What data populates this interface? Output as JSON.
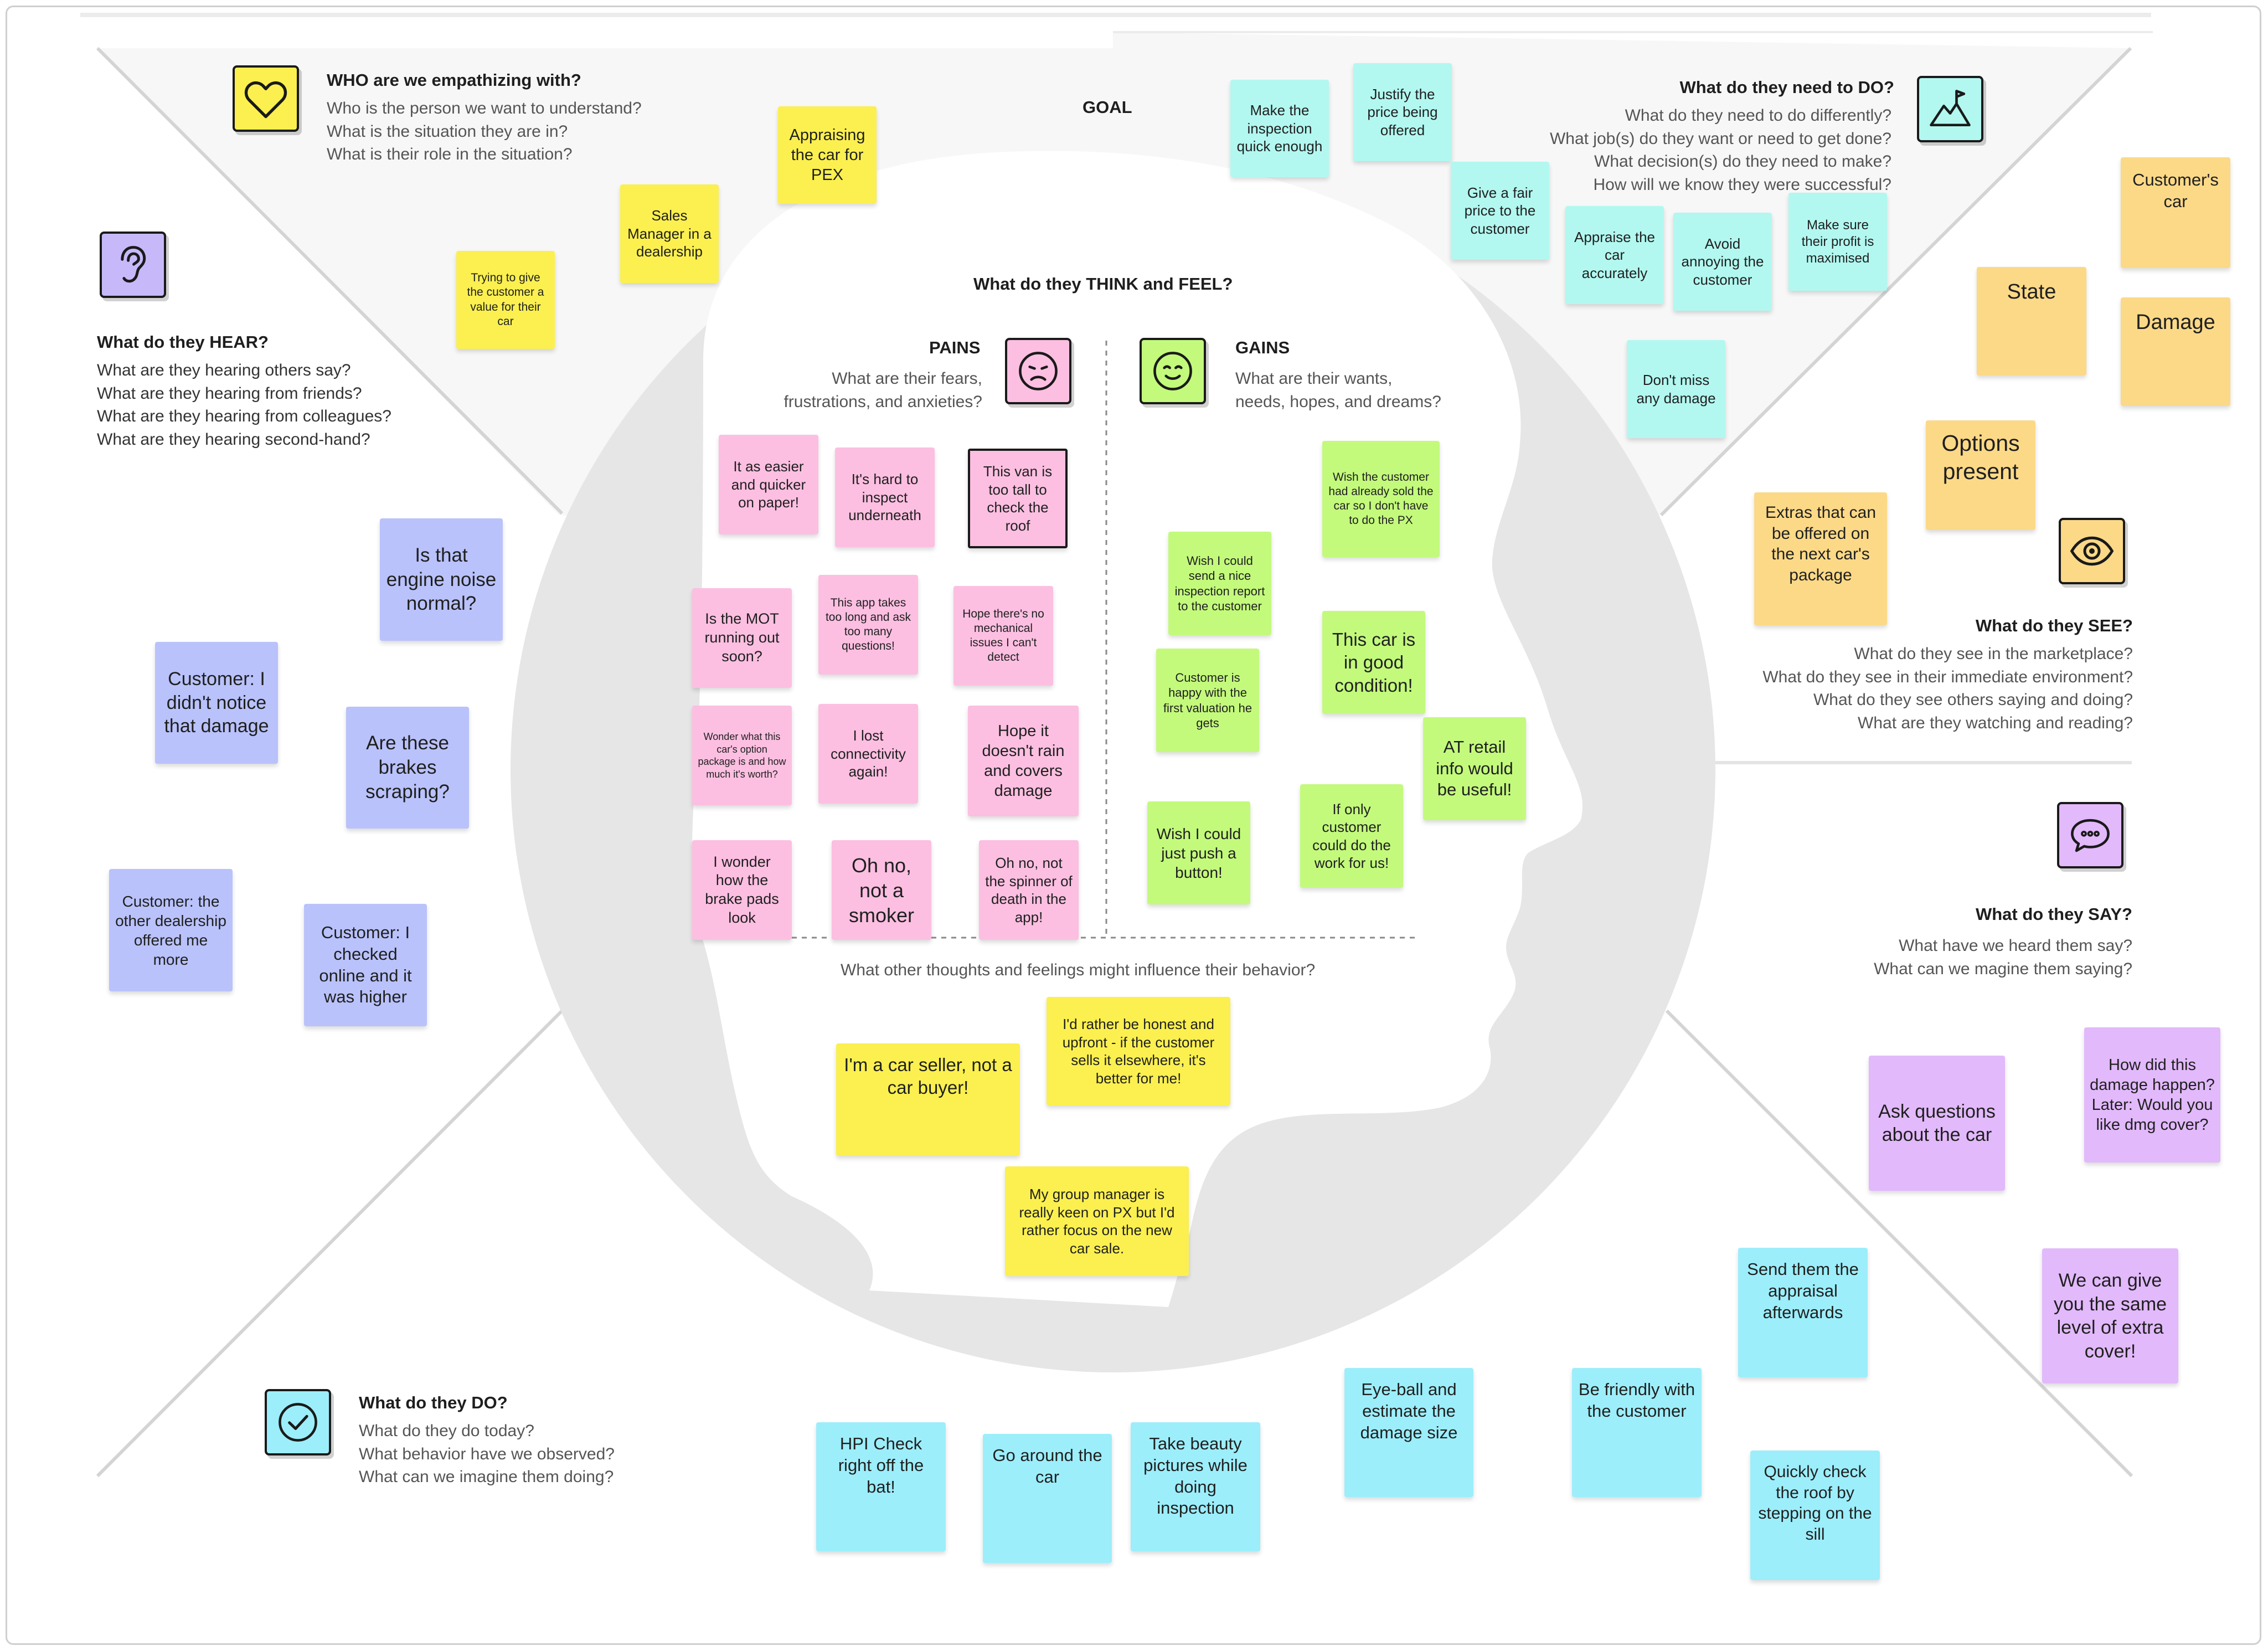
{
  "center": {
    "goal": "GOAL",
    "think_feel_title": "What do they THINK and FEEL?",
    "pains_title": "PAINS",
    "pains_q": [
      "What are their fears,",
      "frustrations, and anxieties?"
    ],
    "gains_title": "GAINS",
    "gains_q": [
      "What are their wants,",
      "needs, hopes, and dreams?"
    ],
    "other_q": "What other thoughts and feelings might influence their behavior?"
  },
  "sections": {
    "who": {
      "title": "WHO are we empathizing with?",
      "questions": [
        "Who is the person we want to understand?",
        "What is the situation they are in?",
        "What is their role in the situation?"
      ]
    },
    "need_do": {
      "title": "What do they need to DO?",
      "questions": [
        "What do they need to do differently?",
        "What job(s) do they want or need to get done?",
        "What decision(s) do they need to make?",
        "How will we know they were successful?"
      ]
    },
    "hear": {
      "title": "What do they HEAR?",
      "questions": [
        "What are they hearing others say?",
        "What are they hearing from friends?",
        "What are they hearing from colleagues?",
        "What are they hearing second-hand?"
      ]
    },
    "see": {
      "title": "What do they SEE?",
      "questions": [
        "What do they see in the marketplace?",
        "What do they see in their immediate environment?",
        "What do they see others saying and doing?",
        "What are they watching and reading?"
      ]
    },
    "say": {
      "title": "What do they SAY?",
      "questions": [
        "What have we heard them say?",
        "What can we magine them saying?"
      ]
    },
    "do": {
      "title": "What do they DO?",
      "questions": [
        "What do they do today?",
        "What behavior have we observed?",
        "What can we imagine them doing?"
      ]
    }
  },
  "icons": {
    "heart": "heart-icon",
    "ear": "ear-icon",
    "mountain": "mountain-flag-icon",
    "sad": "sad-face-icon",
    "happy": "happy-face-icon",
    "eye": "eye-icon",
    "speech": "speech-bubble-icon",
    "check": "checkmark-icon"
  },
  "notes": {
    "who": [
      "Appraising the car for PEX",
      "Sales Manager in a dealership",
      "Trying to give the customer a value for their car"
    ],
    "goal": [
      "Make the inspection quick enough",
      "Justify the price being offered",
      "Give a fair price to the customer",
      "Appraise the car accurately",
      "Avoid annoying the customer",
      "Make sure their profit is maximised",
      "Don't miss any damage"
    ],
    "see": [
      "Customer's car",
      "State",
      "Damage",
      "Options present",
      "Extras that can be offered on the next car's package"
    ],
    "hear": [
      "Is that engine noise normal?",
      "Customer: I didn't notice that damage",
      "Are these brakes scraping?",
      "Customer: the other dealership offered me more",
      "Customer: I checked online and it was higher"
    ],
    "pains": [
      "It as easier and quicker on paper!",
      "It's hard to inspect underneath",
      "This van is too tall to check the roof",
      "Is the MOT running out soon?",
      "This app takes too long and ask too many questions!",
      "Hope there's no mechanical issues I can't detect",
      "Wonder what this car's option package is and how much it's worth?",
      "I lost connectivity again!",
      "Hope it doesn't rain and covers damage",
      "I wonder how the brake pads look",
      "Oh no, not a smoker",
      "Oh no, not the spinner of death in the app!"
    ],
    "gains": [
      "Wish the customer had already sold the car so I don't have to do the PX",
      "Wish I could send a nice inspection report to the customer",
      "This car is in good condition!",
      "Customer is happy with the first valuation he gets",
      "AT retail info would be useful!",
      "If only customer could do the work for us!",
      "Wish I could just push a button!"
    ],
    "other": [
      "I'd rather be honest and upfront - if the customer sells it elsewhere, it's better for me!",
      "I'm a car seller, not a car buyer!",
      "My group manager is really keen on PX but I'd rather focus on the new car sale."
    ],
    "say": [
      "Ask questions about the car",
      "How did this damage happen? Later: Would you like dmg cover?",
      "We can give you the same level of extra cover!"
    ],
    "do": [
      "HPI Check right off the bat!",
      "Go around the car",
      "Take beauty pictures while doing inspection",
      "Eye-ball and estimate the damage size",
      "Be friendly with the customer",
      "Send them the appraisal afterwards",
      "Quickly check the roof  by stepping on the sill"
    ]
  },
  "colors": {
    "yellow": "#fbf04f",
    "cyan": "#b2f8f0",
    "orange": "#fcd987",
    "blue": "#b9c2fb",
    "pink": "#fcbfe1",
    "green": "#c3fa7c",
    "purple": "#e2b9fb",
    "sky": "#9ceefb",
    "head": "#e6e6e6"
  }
}
